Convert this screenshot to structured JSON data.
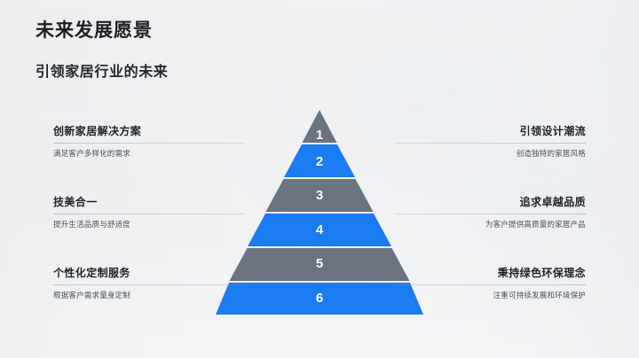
{
  "slide": {
    "title": "未来发展愿景",
    "subtitle": "引领家居行业的未来"
  },
  "theme": {
    "accent_blue": "#1a7cf0",
    "accent_gray": "#6b7280",
    "title_color": "#1d1f22",
    "background": "#eceef0"
  },
  "pyramid": {
    "levels": [
      {
        "number": "1",
        "color": "#6b7280"
      },
      {
        "number": "2",
        "color": "#1a7cf0"
      },
      {
        "number": "3",
        "color": "#6b7280"
      },
      {
        "number": "4",
        "color": "#1a7cf0"
      },
      {
        "number": "5",
        "color": "#6b7280"
      },
      {
        "number": "6",
        "color": "#1a7cf0"
      }
    ]
  },
  "left_items": [
    {
      "title": "创新家居解决方案",
      "desc": "满足客户多样化的需求"
    },
    {
      "title": "技美合一",
      "desc": "提升生活品质与舒适度"
    },
    {
      "title": "个性化定制服务",
      "desc": "根据客户需求量身定制"
    }
  ],
  "right_items": [
    {
      "title": "引领设计潮流",
      "desc": "创造独特的家居风格"
    },
    {
      "title": "追求卓越品质",
      "desc": "为客户提供高质量的家居产品"
    },
    {
      "title": "秉持绿色环保理念",
      "desc": "注重可持续发展和环境保护"
    }
  ]
}
